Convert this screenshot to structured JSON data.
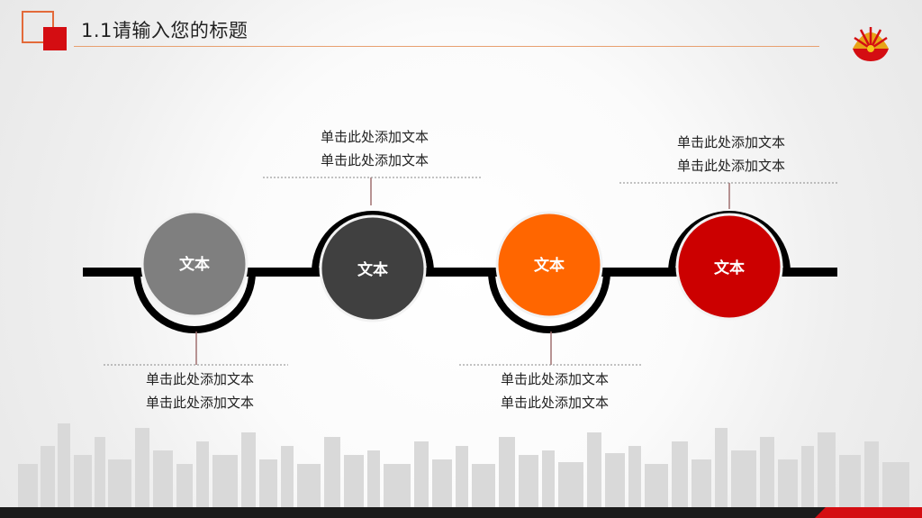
{
  "slide": {
    "title": "1.1请输入您的标题",
    "colors": {
      "accent_red": "#d40d12",
      "accent_orange": "#ff6600",
      "gray_light": "#7f7f7f",
      "gray_dark": "#404040",
      "line": "#000000"
    },
    "nodes": [
      {
        "label": "文本",
        "color": "#7f7f7f"
      },
      {
        "label": "文本",
        "color": "#404040"
      },
      {
        "label": "文本",
        "color": "#ff6600"
      },
      {
        "label": "文本",
        "color": "#cc0000"
      }
    ],
    "captions": {
      "node1_below": [
        "单击此处添加文本",
        "单击此处添加文本"
      ],
      "node2_above": [
        "单击此处添加文本",
        "单击此处添加文本"
      ],
      "node3_below": [
        "单击此处添加文本",
        "单击此处添加文本"
      ],
      "node4_above": [
        "单击此处添加文本",
        "单击此处添加文本"
      ]
    },
    "logo_icon": "oil-company-shell-logo-icon"
  }
}
